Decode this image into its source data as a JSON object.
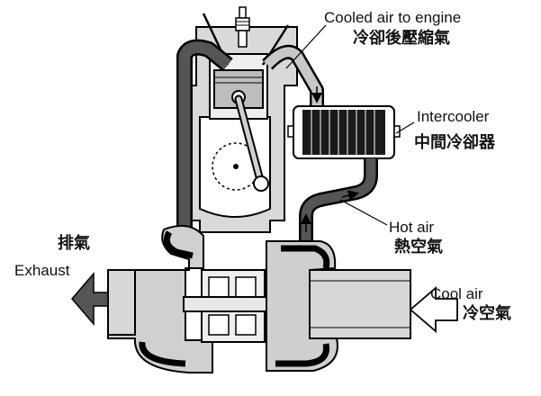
{
  "labels": {
    "cooled_air_en": "Cooled air to engine",
    "cooled_air_zh": "冷卻後壓縮氣",
    "intercooler_en": "Intercooler",
    "intercooler_zh": "中間冷卻器",
    "hot_air_en": "Hot air",
    "hot_air_zh": "熱空氣",
    "exhaust_zh": "排氣",
    "exhaust_en": "Exhaust",
    "cool_air_en": "Cool air",
    "cool_air_zh": "冷空氣"
  },
  "colors": {
    "line": "#000000",
    "duct_dark": "#4a4a4a",
    "duct_light": "#bdbdbd",
    "metal": "#d6d6d6",
    "background": "#ffffff"
  }
}
